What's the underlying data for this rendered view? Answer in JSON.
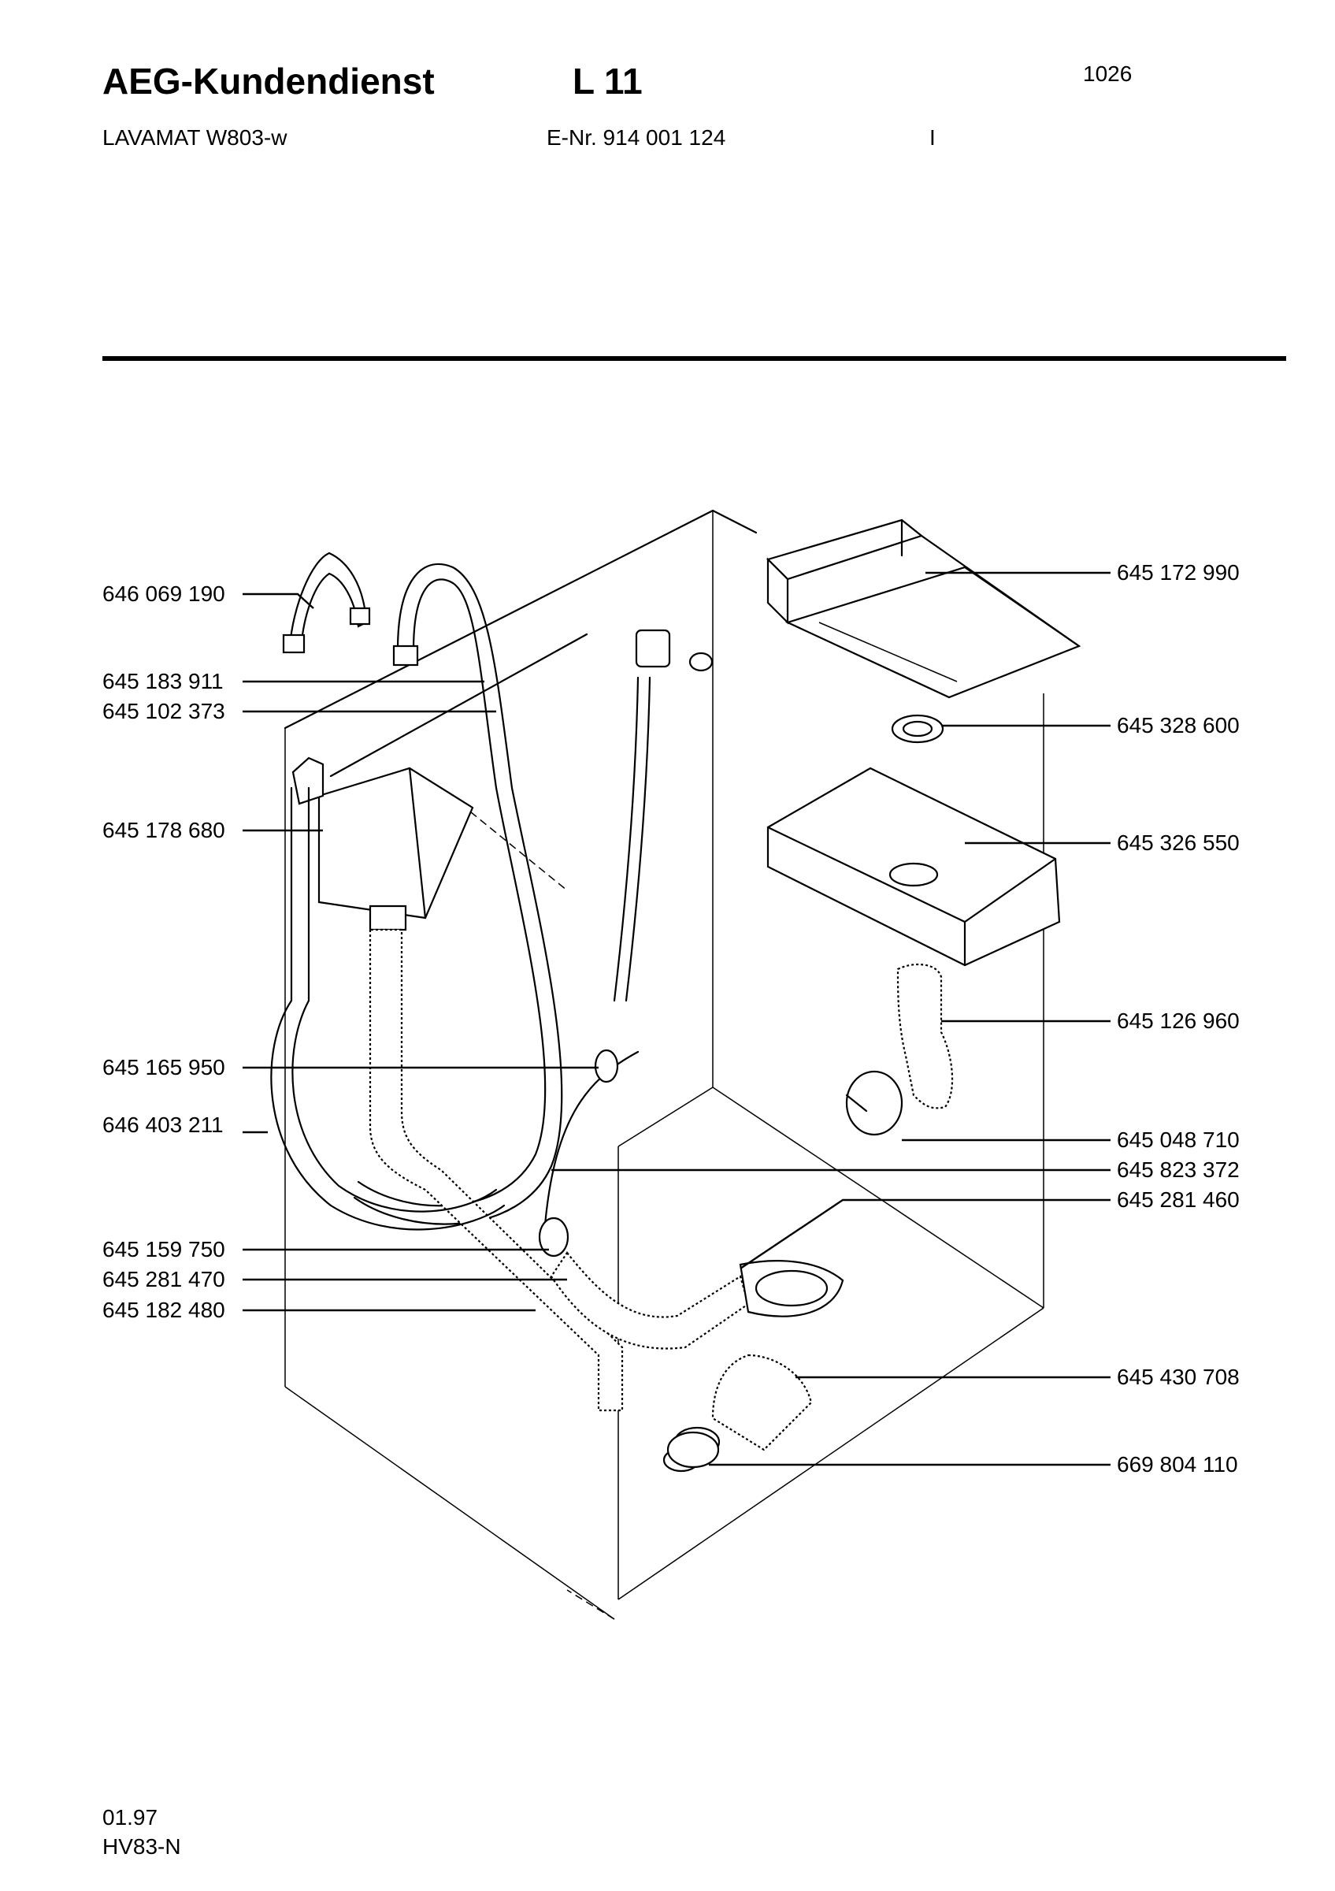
{
  "header": {
    "brand": "AEG-Kundendienst",
    "model_code": "L 11",
    "page_number": "1026",
    "model": "LAVAMAT W803-w",
    "enr": "E-Nr. 914 001 124",
    "revision": "I"
  },
  "labels_left": [
    "646 069 190",
    "645 183 911",
    "645 102 373",
    "645 178 680",
    "645 165 950",
    "646 403 211",
    "645 159 750",
    "645 281 470",
    "645 182 480"
  ],
  "labels_right": [
    "645 172 990",
    "645 328 600",
    "645 326 550",
    "645 126 960",
    "645 048 710",
    "645 823 372",
    "645 281 460",
    "645 430 708",
    "669 804 110"
  ],
  "footer": {
    "date": "01.97",
    "code": "HV83-N"
  }
}
